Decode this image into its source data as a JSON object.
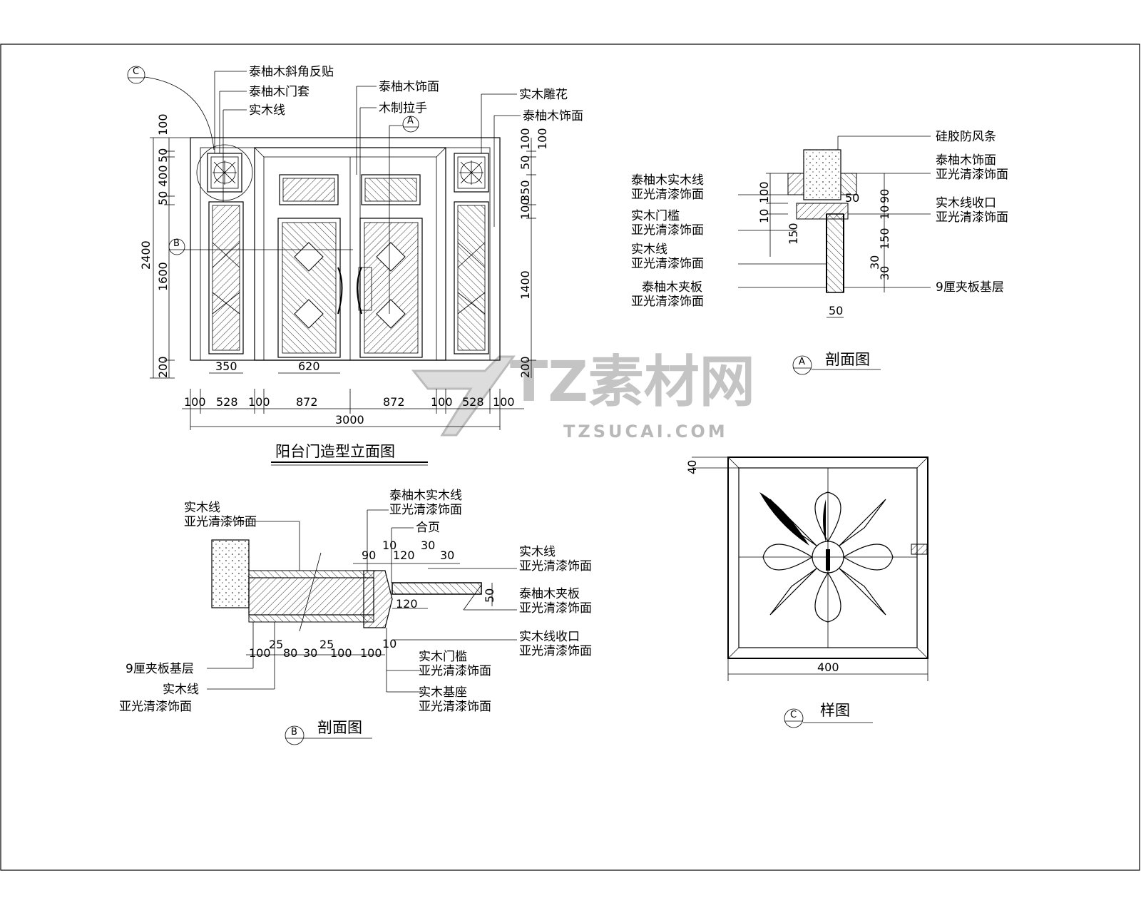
{
  "elevation": {
    "title": "阳台门造型立面图",
    "labels": {
      "l1": "泰柚木斜角反贴",
      "l2": "泰柚木门套",
      "l3": "实木线",
      "l4": "泰柚木饰面",
      "l5": "木制拉手",
      "l6": "实木雕花",
      "l7": "泰柚木饰面"
    },
    "left_dims": [
      "100",
      "50",
      "400",
      "50",
      "2400",
      "1600",
      "200"
    ],
    "right_dims": [
      "100",
      "50",
      "100",
      "350",
      "100",
      "1400",
      "200"
    ],
    "inner_dims": [
      "350",
      "620"
    ],
    "bottom_dims": [
      "100",
      "528",
      "100",
      "872",
      "872",
      "100",
      "528",
      "100"
    ],
    "total": "3000"
  },
  "section_a": {
    "label_left": [
      "泰柚木实木线",
      "亚光清漆饰面",
      "实木门槛",
      "亚光清漆饰面",
      "实木线",
      "亚光清漆饰面",
      "泰柚木夹板",
      "亚光清漆饰面"
    ],
    "label_right": [
      "硅胶防风条",
      "泰柚木饰面",
      "亚光清漆饰面",
      "实木线收口",
      "亚光清漆饰面",
      "9厘夹板基层"
    ],
    "dims_left": [
      "100",
      "10",
      "150"
    ],
    "dims_right": [
      "50",
      "90",
      "10",
      "150",
      "30",
      "30"
    ],
    "dim_bottom": "50",
    "title": "剖面图"
  },
  "section_b": {
    "label_left": [
      "实木线",
      "亚光清漆饰面",
      "9厘夹板基层",
      "实木线",
      "亚光清漆饰面"
    ],
    "label_top": [
      "泰柚木实木线",
      "亚光清漆饰面",
      "合页"
    ],
    "label_right": [
      "实木线",
      "亚光清漆饰面",
      "泰柚木夹板",
      "亚光清漆饰面",
      "实木线收口",
      "亚光清漆饰面"
    ],
    "label_bottom": [
      "实木门槛",
      "亚光清漆饰面",
      "实木基座",
      "亚光清漆饰面"
    ],
    "dims_top": [
      "90",
      "10",
      "120",
      "30",
      "30"
    ],
    "dims_mid": [
      "120",
      "50"
    ],
    "dims_bottom": [
      "100",
      "25",
      "80",
      "30",
      "25",
      "100",
      "100",
      "10"
    ],
    "title": "剖面图"
  },
  "detail_c": {
    "dim_top": "40",
    "dim_bottom": "400",
    "title": "样图"
  },
  "bubbles": {
    "a": "A",
    "b": "B",
    "c": "C"
  },
  "watermark": {
    "cn": "TZ素材网",
    "en": "TZSUCAI.COM"
  }
}
